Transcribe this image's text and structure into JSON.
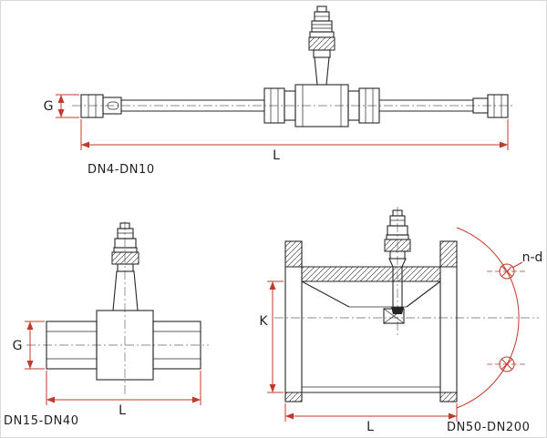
{
  "colors": {
    "line": "#262626",
    "dimension": "#c03a2b",
    "centerline": "#6a6a6a",
    "text": "#1f1f1f",
    "background": "#ffffff",
    "border": "#d9d9d9"
  },
  "diagrams": {
    "small": {
      "caption": "DN4-DN10",
      "dim_g": "G",
      "dim_l": "L"
    },
    "medium": {
      "caption": "DN15-DN40",
      "dim_g": "G",
      "dim_l": "L"
    },
    "large": {
      "caption": "DN50-DN200",
      "dim_k": "K",
      "dim_l": "L",
      "bolt_label": "n-d"
    }
  }
}
